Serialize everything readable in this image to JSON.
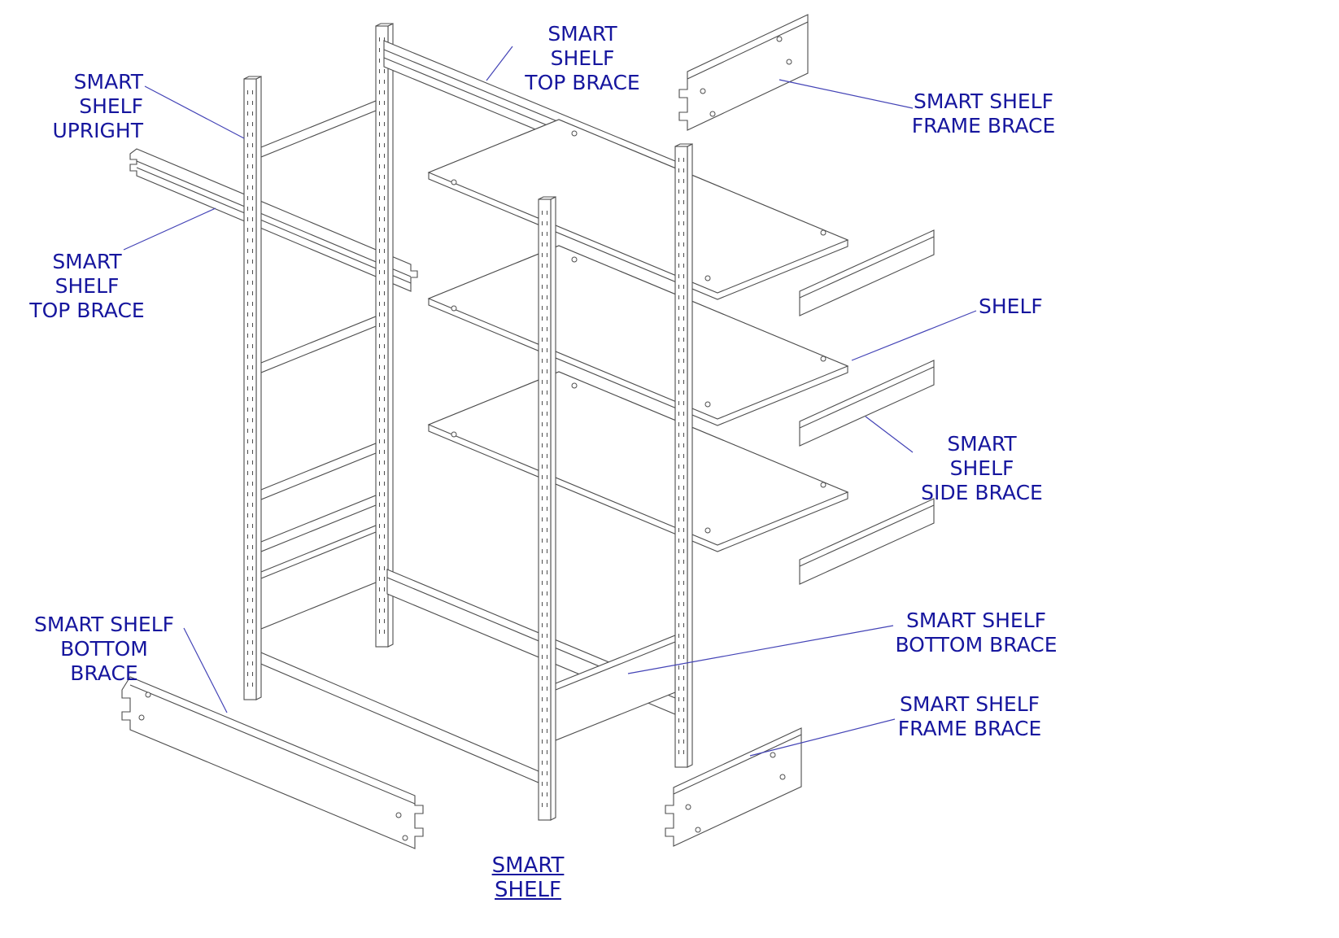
{
  "diagram_title": "SMART SHELF",
  "colors": {
    "label": "#16169e",
    "leader": "#4343b6",
    "line": "#4d4d4d",
    "background": "#ffffff"
  },
  "labels": {
    "upright": "SMART SHELF\nUPRIGHT",
    "top_brace_top": "SMART SHELF\nTOP BRACE",
    "frame_brace_top": "SMART SHELF\nFRAME BRACE",
    "top_brace_left": "SMART SHELF\nTOP BRACE",
    "shelf": "SHELF",
    "side_brace": "SMART SHELF\nSIDE BRACE",
    "bottom_brace_left": "SMART SHELF\nBOTTOM BRACE",
    "bottom_brace_right": "SMART SHELF\nBOTTOM BRACE",
    "frame_brace_bottom": "SMART SHELF\nFRAME BRACE"
  }
}
